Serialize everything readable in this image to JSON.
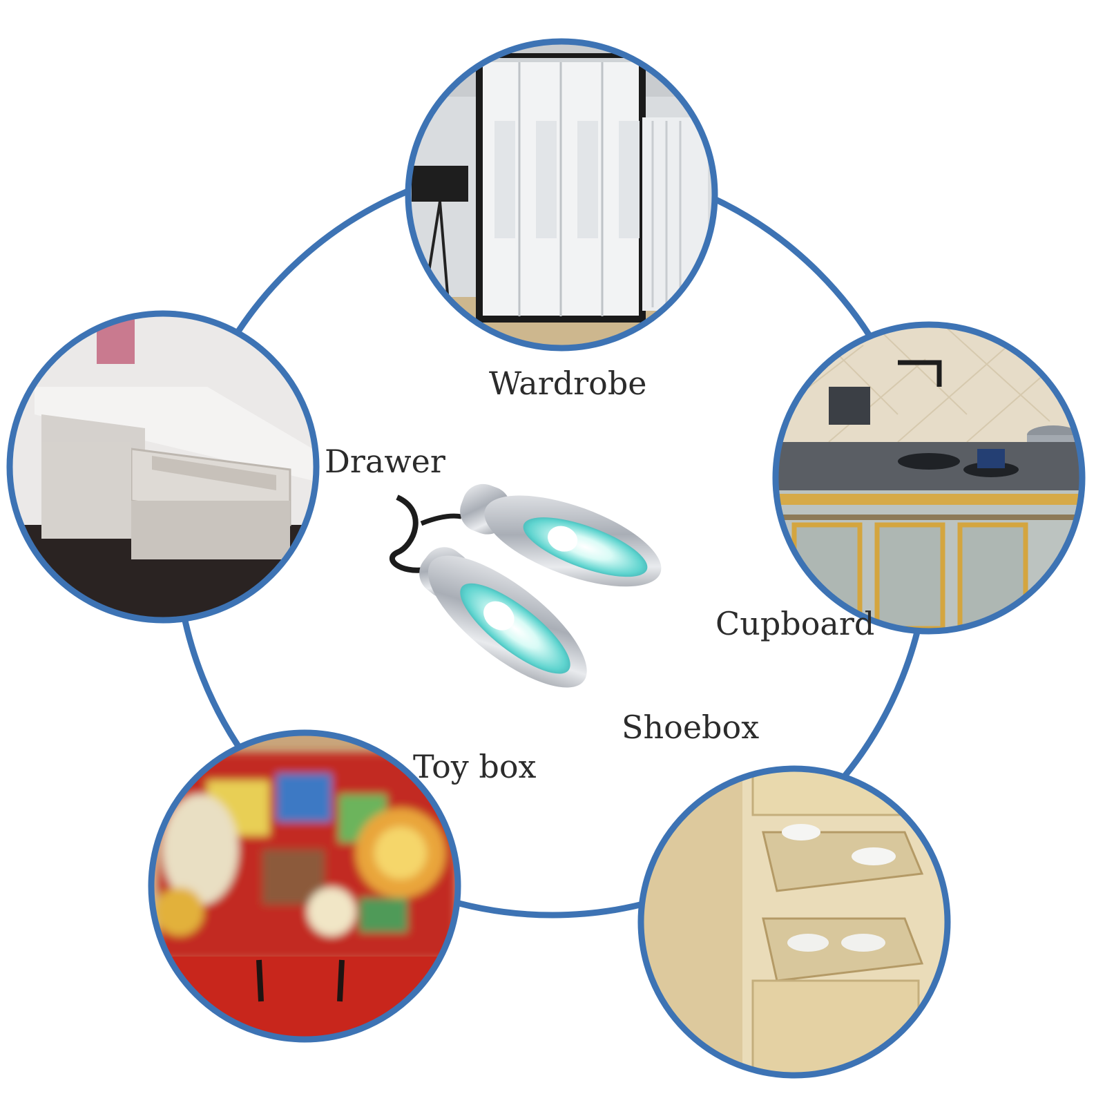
{
  "colors": {
    "ring": "#3d73b4",
    "text": "#2b2b2b",
    "background": "#ffffff"
  },
  "locations": [
    {
      "id": "wardrobe",
      "label": "Wardrobe"
    },
    {
      "id": "drawer",
      "label": "Drawer"
    },
    {
      "id": "cupboard",
      "label": "Cupboard"
    },
    {
      "id": "shoebox",
      "label": "Shoebox"
    },
    {
      "id": "toybox",
      "label": "Toy box"
    }
  ],
  "product": "uv-shoe-sterilizer-pair"
}
